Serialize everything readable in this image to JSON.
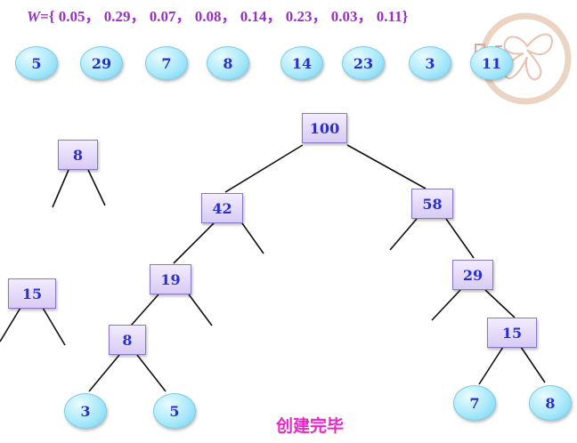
{
  "weights": {
    "label": "W",
    "text": "={ 0.05， 0.29， 0.07， 0.08， 0.14， 0.23， 0.03， 0.11}"
  },
  "leaf_row": [
    "5",
    "29",
    "7",
    "8",
    "14",
    "23",
    "3",
    "11"
  ],
  "tree": {
    "root": "100",
    "left": "42",
    "right": "58",
    "left_left": "19",
    "left_left_left": "8",
    "leaf_3": "3",
    "leaf_5": "5",
    "right_right": "29",
    "right_right_right": "15",
    "leaf_7": "7",
    "leaf_8": "8"
  },
  "side_nodes": {
    "top": "8",
    "bottom": "15"
  },
  "caption": "创建完毕",
  "colors": {
    "accent": "#9b30c8",
    "node_text": "#2a2fcc",
    "caption": "#e826c9",
    "leaf_fill": "#a9e9fb",
    "node_fill": "#dccff6"
  }
}
